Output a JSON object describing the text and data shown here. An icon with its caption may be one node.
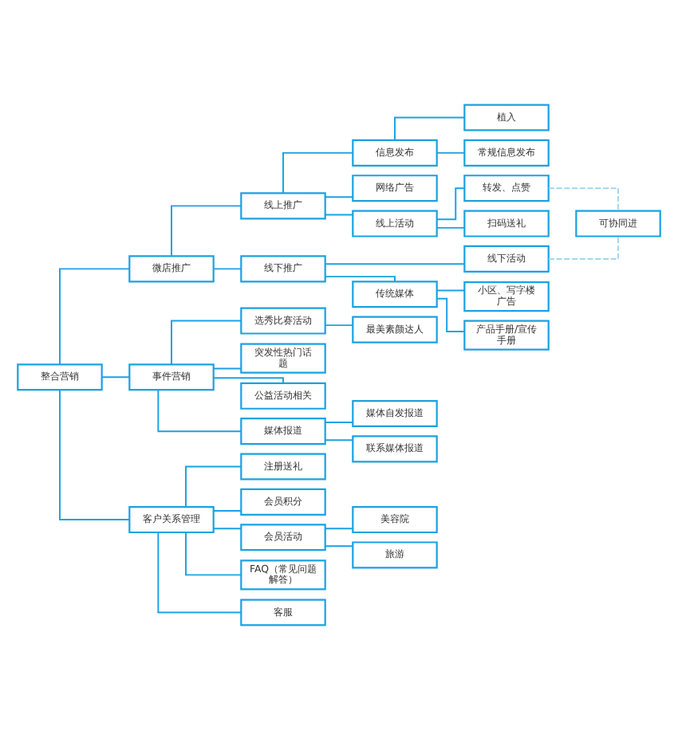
{
  "diagram": {
    "nodes": [
      {
        "text": [
          "整合营销"
        ]
      },
      {
        "text": [
          "微店推广"
        ]
      },
      {
        "text": [
          "线上推广"
        ]
      },
      {
        "text": [
          "信息发布"
        ]
      },
      {
        "text": [
          "植入"
        ]
      },
      {
        "text": [
          "常规信息发布"
        ]
      },
      {
        "text": [
          "网络广告"
        ]
      },
      {
        "text": [
          "线上活动"
        ]
      },
      {
        "text": [
          "转发、点赞"
        ]
      },
      {
        "text": [
          "扫码送礼"
        ]
      },
      {
        "text": [
          "线下推广"
        ]
      },
      {
        "text": [
          "线下活动"
        ]
      },
      {
        "text": [
          "传统媒体"
        ]
      },
      {
        "text": [
          "小区、写字楼广告"
        ]
      },
      {
        "text": [
          "产品手册/宣传手册"
        ]
      },
      {
        "text": [
          "事件营销"
        ]
      },
      {
        "text": [
          "选秀比赛活动"
        ]
      },
      {
        "text": [
          "最美素颜达人"
        ]
      },
      {
        "text": [
          "突发性热门话题"
        ]
      },
      {
        "text": [
          "公益活动相关"
        ]
      },
      {
        "text": [
          "媒体报道"
        ]
      },
      {
        "text": [
          "媒体自发报道"
        ]
      },
      {
        "text": [
          "联系媒体报道"
        ]
      },
      {
        "text": [
          "客户关系管理"
        ]
      },
      {
        "text": [
          "注册送礼"
        ]
      },
      {
        "text": [
          "会员积分"
        ]
      },
      {
        "text": [
          "会员活动"
        ]
      },
      {
        "text": [
          "美容院"
        ]
      },
      {
        "text": [
          "旅游"
        ]
      },
      {
        "text": [
          "FAQ（常见问题解答）"
        ]
      },
      {
        "text": [
          "客服"
        ]
      },
      {
        "text": [
          "可协同进"
        ]
      }
    ],
    "edges": [
      {
        "from": 0,
        "to": 1,
        "arrow": "none"
      },
      {
        "from": 1,
        "to": 2,
        "arrow": "none"
      },
      {
        "from": 2,
        "to": 3,
        "arrow": "none"
      },
      {
        "from": 3,
        "to": 4,
        "arrow": "none"
      },
      {
        "from": 3,
        "to": 5,
        "arrow": "none"
      },
      {
        "from": 2,
        "to": 6,
        "arrow": "none"
      },
      {
        "from": 2,
        "to": 7,
        "arrow": "none"
      },
      {
        "from": 7,
        "to": 8,
        "arrow": "none"
      },
      {
        "from": 7,
        "to": 9,
        "arrow": "none"
      },
      {
        "from": 1,
        "to": 10,
        "arrow": "none"
      },
      {
        "from": 10,
        "to": 11,
        "arrow": "none"
      },
      {
        "from": 10,
        "to": 12,
        "arrow": "none"
      },
      {
        "from": 12,
        "to": 13,
        "arrow": "none"
      },
      {
        "from": 12,
        "to": 14,
        "arrow": "none"
      },
      {
        "from": 0,
        "to": 15,
        "arrow": "none"
      },
      {
        "from": 15,
        "to": 16,
        "arrow": "none"
      },
      {
        "from": 16,
        "to": 17,
        "arrow": "none"
      },
      {
        "from": 15,
        "to": 18,
        "arrow": "none"
      },
      {
        "from": 15,
        "to": 19,
        "arrow": "none"
      },
      {
        "from": 15,
        "to": 20,
        "arrow": "none"
      },
      {
        "from": 20,
        "to": 21,
        "arrow": "none"
      },
      {
        "from": 20,
        "to": 22,
        "arrow": "none"
      },
      {
        "from": 0,
        "to": 23,
        "arrow": "none"
      },
      {
        "from": 23,
        "to": 24,
        "arrow": "none"
      },
      {
        "from": 23,
        "to": 25,
        "arrow": "none"
      },
      {
        "from": 23,
        "to": 26,
        "arrow": "none"
      },
      {
        "from": 26,
        "to": 27,
        "arrow": "none"
      },
      {
        "from": 26,
        "to": 28,
        "arrow": "none"
      },
      {
        "from": 23,
        "to": 29,
        "arrow": "none"
      },
      {
        "from": 23,
        "to": 30,
        "arrow": "none"
      },
      {
        "from": 8,
        "to": 31,
        "arrow": "none",
        "style": "dashed",
        "color": "#9fd8ee"
      },
      {
        "from": 11,
        "to": 31,
        "arrow": "none",
        "style": "dashed",
        "color": "#9fd8ee"
      }
    ]
  }
}
